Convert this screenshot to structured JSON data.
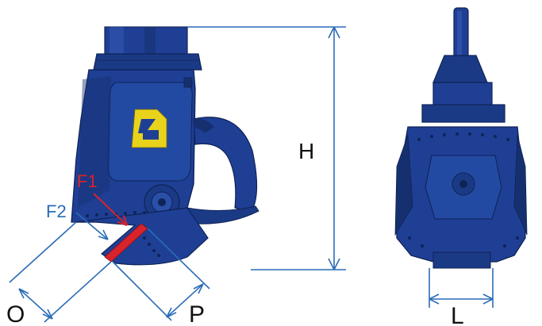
{
  "labels": {
    "h": "H",
    "f1": "F1",
    "f2": "F2",
    "o": "O",
    "p": "P",
    "l": "L"
  },
  "colors": {
    "body": "#1f3f95",
    "body_dark": "#16306f",
    "body_light": "#3a5cb5",
    "dim_line": "#2a6cb8",
    "f1": "#d8232a",
    "f2": "#2a6cb8",
    "logo": "#e8d21b",
    "text": "#111111"
  }
}
